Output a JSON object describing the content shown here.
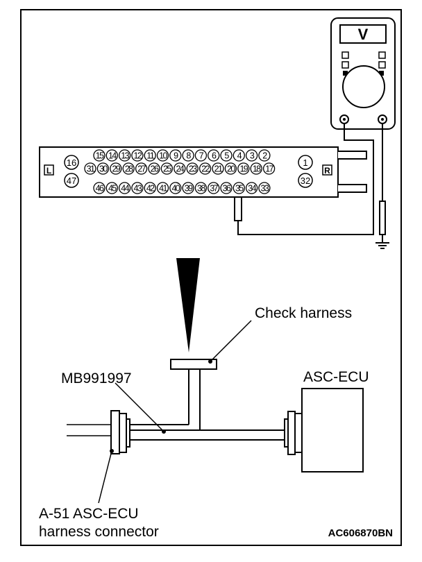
{
  "connector": {
    "row1": [
      "15",
      "14",
      "13",
      "12",
      "11",
      "10",
      "9",
      "8",
      "7",
      "6",
      "5",
      "4",
      "3",
      "2"
    ],
    "row2": [
      "31",
      "30",
      "29",
      "28",
      "27",
      "26",
      "25",
      "24",
      "23",
      "22",
      "21",
      "20",
      "19",
      "18",
      "17"
    ],
    "row3": [
      "46",
      "45",
      "44",
      "43",
      "42",
      "41",
      "40",
      "39",
      "38",
      "37",
      "36",
      "35",
      "34",
      "33"
    ],
    "left_top": "16",
    "left_bottom": "47",
    "right_top": "1",
    "right_bottom": "32",
    "left_marker": "L",
    "right_marker": "R"
  },
  "meter": {
    "symbol": "V"
  },
  "labels": {
    "check_harness": "Check harness",
    "mb": "MB991997",
    "asc_ecu": "ASC-ECU",
    "harness_line1": "A-51 ASC-ECU",
    "harness_line2": "harness connector",
    "code": "AC606870BN"
  }
}
